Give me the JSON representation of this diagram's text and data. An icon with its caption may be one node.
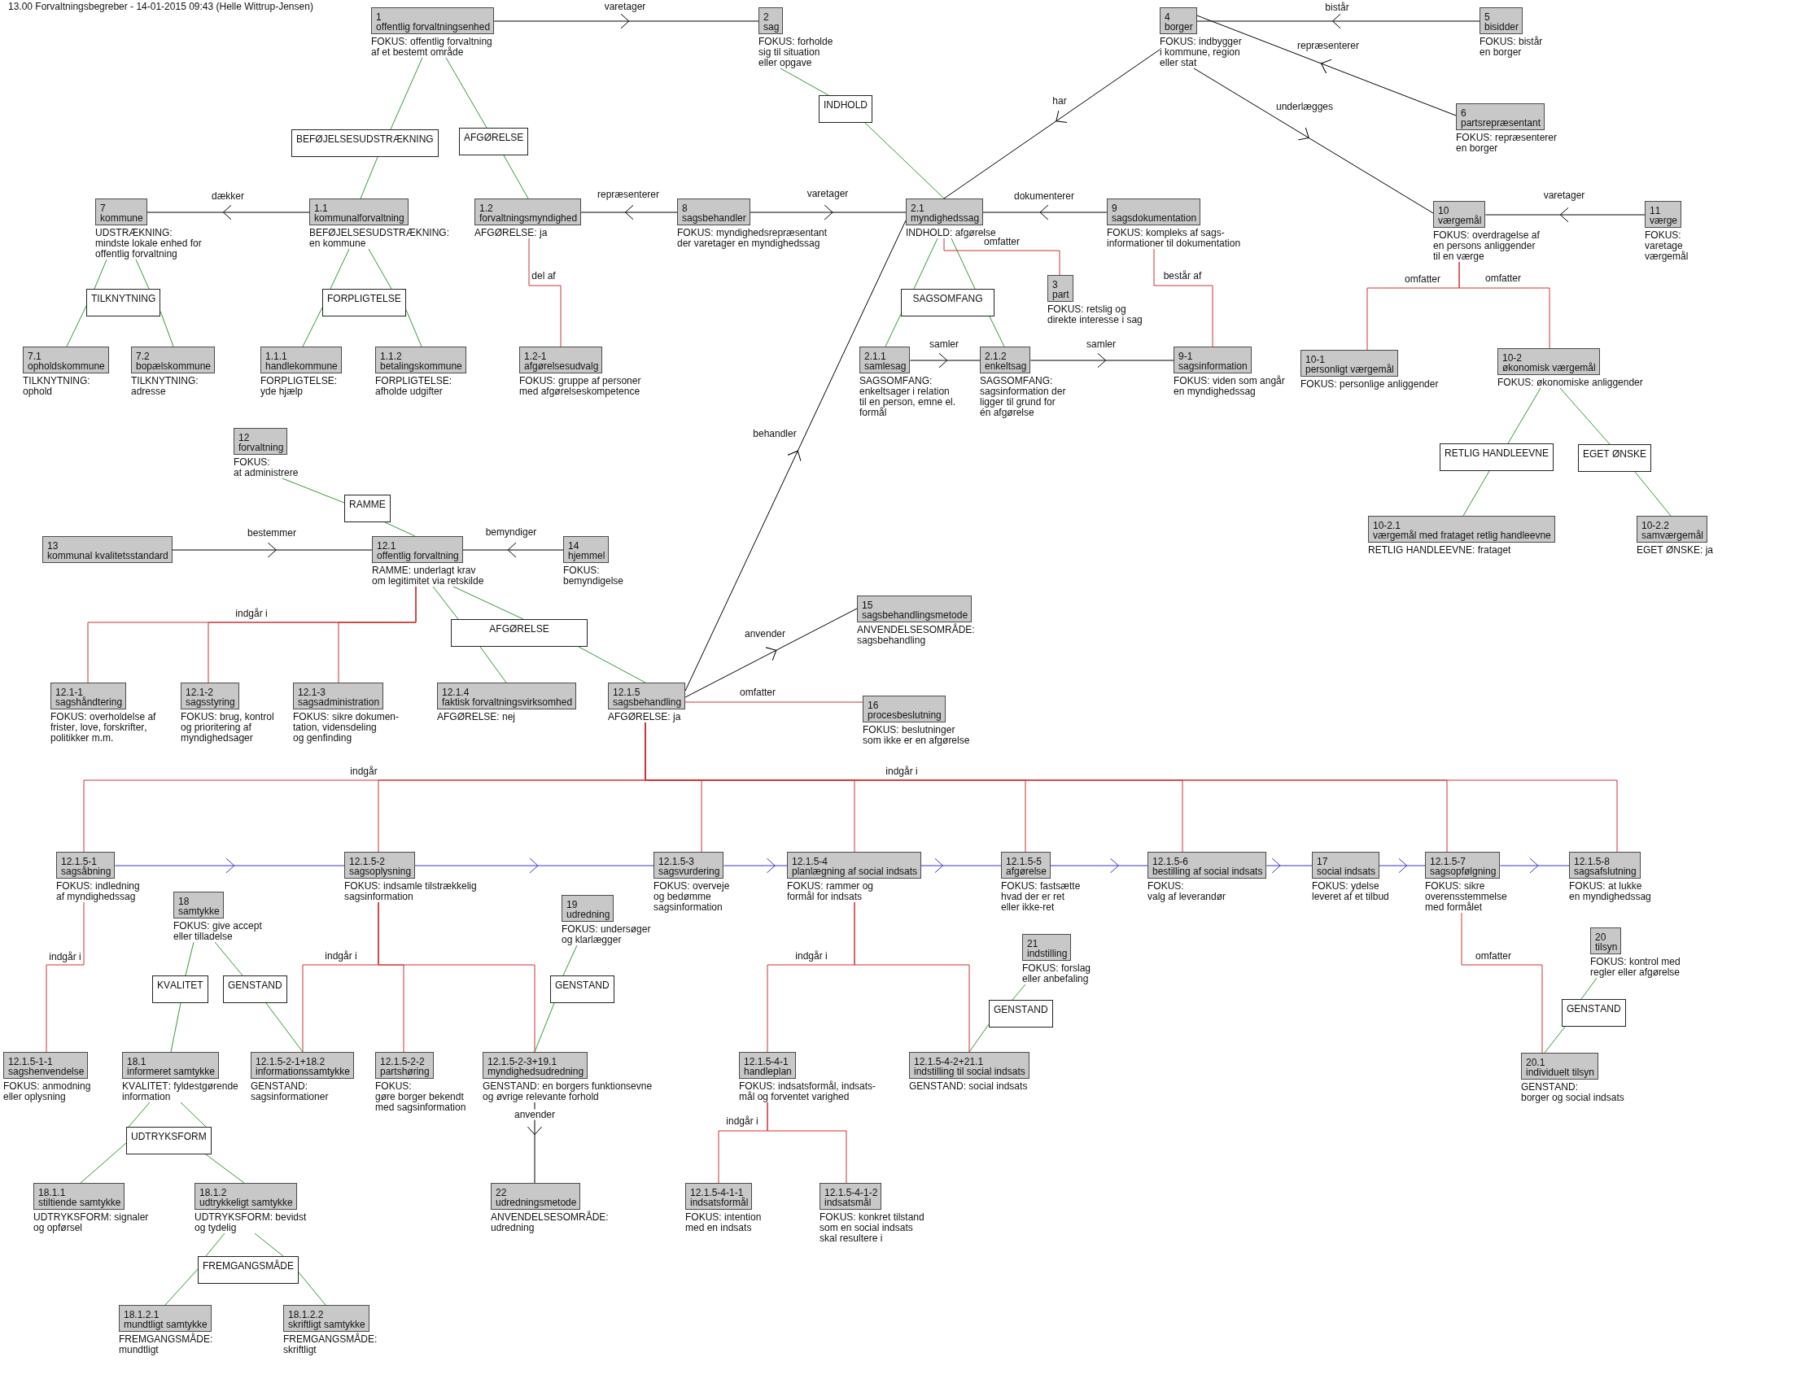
{
  "diagram": {
    "title": "13.00 Forvaltningsbegreber - 14-01-2015 09:43 (Helle Wittrup-Jensen)",
    "nodes": [
      {
        "text": [
          "1",
          "offentlig forvaltningsenhed"
        ],
        "beside": [
          "FOKUS: offentlig forvaltning af et bestemt område"
        ]
      },
      {
        "text": [
          "2",
          "sag"
        ],
        "beside": [
          "FOKUS: forholde sig til situation eller opgave"
        ]
      },
      {
        "text": [
          "4",
          "borger"
        ],
        "beside": [
          "FOKUS: indbygger i kommune, region eller stat"
        ]
      },
      {
        "text": [
          "5",
          "bisidder"
        ],
        "beside": [
          "FOKUS: bistår en borger"
        ]
      },
      {
        "text": [
          "INDHOLD"
        ]
      },
      {
        "text": [
          "6",
          "partsrepræsentant"
        ],
        "beside": [
          "FOKUS: repræsenterer en borger"
        ]
      },
      {
        "text": [
          "BEFØJELSESUDSTRÆKNING"
        ]
      },
      {
        "text": [
          "AFGØRELSE"
        ]
      },
      {
        "text": [
          "7",
          "kommune"
        ],
        "beside": [
          "UDSTRÆKNING: mindste lokale enhed for offentlig forvaltning"
        ]
      },
      {
        "text": [
          "1.1",
          "kommunalforvaltning"
        ],
        "beside": [
          "BEFØJELSESUDSTRÆKNING: en kommune"
        ]
      },
      {
        "text": [
          "1.2",
          "forvaltningsmyndighed"
        ],
        "beside": [
          "AFGØRELSE: ja"
        ]
      },
      {
        "text": [
          "8",
          "sagsbehandler"
        ],
        "beside": [
          "FOKUS: myndighedsrepræsentant der varetager en myndighedssag"
        ]
      },
      {
        "text": [
          "2.1",
          "myndighedssag"
        ],
        "beside": [
          "INDHOLD: afgørelse"
        ]
      },
      {
        "text": [
          "9",
          "sagsdokumentation"
        ],
        "beside": [
          "FOKUS: kompleks af sags- informationer til dokumentation"
        ]
      },
      {
        "text": [
          "3",
          "part"
        ],
        "beside": [
          "FOKUS: retslig og direkte interesse i sag"
        ]
      },
      {
        "text": [
          "10",
          "værgemål"
        ],
        "beside": [
          "FOKUS: overdragelse af en persons anliggender til en værge"
        ]
      },
      {
        "text": [
          "11",
          "værge"
        ],
        "beside": [
          "FOKUS: varetage værgemål"
        ]
      },
      {
        "text": [
          "TILKNYTNING"
        ]
      },
      {
        "text": [
          "FORPLIGTELSE"
        ]
      },
      {
        "text": [
          "SAGSOMFANG"
        ]
      },
      {
        "text": [
          "7.1",
          "opholdskommune"
        ],
        "beside": [
          "TILKNYTNING: ophold"
        ]
      },
      {
        "text": [
          "7.2",
          "bopælskommune"
        ],
        "beside": [
          "TILKNYTNING: adresse"
        ]
      },
      {
        "text": [
          "1.1.1",
          "handlekommune"
        ],
        "beside": [
          "FORPLIGTELSE: yde hjælp"
        ]
      },
      {
        "text": [
          "1.1.2",
          "betalingskommune"
        ],
        "beside": [
          "FORPLIGTELSE: afholde udgifter"
        ]
      },
      {
        "text": [
          "1.2-1",
          "afgørelsesudvalg"
        ],
        "beside": [
          "FOKUS: gruppe af personer med afgørelseskompetence"
        ]
      },
      {
        "text": [
          "2.1.1",
          "samlesag"
        ],
        "beside": [
          "SAGSOMFANG: enkeltsager i relation til en person, emne el. formål"
        ]
      },
      {
        "text": [
          "2.1.2",
          "enkeltsag"
        ],
        "beside": [
          "SAGSOMFANG: sagsinformation der ligger til grund for én afgørelse"
        ]
      },
      {
        "text": [
          "9-1",
          "sagsinformation"
        ],
        "beside": [
          "FOKUS: viden som angår en myndighedssag"
        ]
      },
      {
        "text": [
          "10-1",
          "personligt værgemål"
        ],
        "beside": [
          "FOKUS: personlige anliggender"
        ]
      },
      {
        "text": [
          "10-2",
          "økonomisk værgemål"
        ],
        "beside": [
          "FOKUS: økonomiske anliggender"
        ]
      },
      {
        "text": [
          "RETLIG HANDLEEVNE"
        ]
      },
      {
        "text": [
          "EGET ØNSKE"
        ]
      },
      {
        "text": [
          "12",
          "forvaltning"
        ],
        "beside": [
          "FOKUS: at administrere"
        ]
      },
      {
        "text": [
          "RAMME"
        ]
      },
      {
        "text": [
          "10-2.1",
          "værgemål med frataget retlig handleevne"
        ],
        "beside": [
          "RETLIG HANDLEEVNE: frataget"
        ]
      },
      {
        "text": [
          "10-2.2",
          "samværgemål"
        ],
        "beside": [
          "EGET ØNSKE: ja"
        ]
      },
      {
        "text": [
          "13",
          "kommunal kvalitetsstandard"
        ]
      },
      {
        "text": [
          "12.1",
          "offentlig forvaltning"
        ],
        "beside": [
          "RAMME: underlagt krav om legitimitet via retskilde"
        ]
      },
      {
        "text": [
          "14",
          "hjemmel"
        ],
        "beside": [
          "FOKUS: bemyndigelse"
        ]
      },
      {
        "text": [
          "15",
          "sagsbehandlingsmetode"
        ],
        "beside": [
          "ANVENDELSESOMRÅDE: sagsbehandling"
        ]
      },
      {
        "text": [
          "AFGØRELSE"
        ]
      },
      {
        "text": [
          "12.1-1",
          "sagshåndtering"
        ],
        "beside": [
          "FOKUS: overholdelse af frister, love, forskrifter, politikker m.m."
        ]
      },
      {
        "text": [
          "12.1-2",
          "sagsstyring"
        ],
        "beside": [
          "FOKUS: brug, kontrol og prioritering af myndighedsager"
        ]
      },
      {
        "text": [
          "12.1-3",
          "sagsadministration"
        ],
        "beside": [
          "FOKUS: sikre dokumen- tation, vidensdeling og genfinding"
        ]
      },
      {
        "text": [
          "12.1.4",
          "faktisk forvaltningsvirksomhed"
        ],
        "beside": [
          "AFGØRELSE: nej"
        ]
      },
      {
        "text": [
          "12.1.5",
          "sagsbehandling"
        ],
        "beside": [
          "AFGØRELSE: ja"
        ]
      },
      {
        "text": [
          "16",
          "procesbeslutning"
        ],
        "beside": [
          "FOKUS: beslutninger som ikke er en afgørelse"
        ]
      },
      {
        "text": [
          "12.1.5-1",
          "sagsåbning"
        ],
        "beside": [
          "FOKUS: indledning af myndighedssag"
        ]
      },
      {
        "text": [
          "12.1.5-2",
          "sagsoplysning"
        ],
        "beside": [
          "FOKUS: indsamle tilstrækkelig sagsinformation"
        ]
      },
      {
        "text": [
          "12.1.5-3",
          "sagsvurdering"
        ],
        "beside": [
          "FOKUS: overveje og bedømme sagsinformation"
        ]
      },
      {
        "text": [
          "12.1.5-4",
          "planlægning af social indsats"
        ],
        "beside": [
          "FOKUS: rammer og formål for indsats"
        ]
      },
      {
        "text": [
          "12.1.5-5",
          "afgørelse"
        ],
        "beside": [
          "FOKUS: fastsætte hvad der er ret eller ikke-ret"
        ]
      },
      {
        "text": [
          "12.1.5-6",
          "bestilling af social indsats"
        ],
        "beside": [
          "FOKUS: valg af leverandør"
        ]
      },
      {
        "text": [
          "17",
          "social indsats"
        ],
        "beside": [
          "FOKUS: ydelse leveret af et tilbud"
        ]
      },
      {
        "text": [
          "12.1.5-7",
          "sagsopfølgning"
        ],
        "beside": [
          "FOKUS: sikre overensstemmelse med formålet"
        ]
      },
      {
        "text": [
          "12.1.5-8",
          "sagsafslutning"
        ],
        "beside": [
          "FOKUS: at lukke en myndighedssag"
        ]
      },
      {
        "text": [
          "18",
          "samtykke"
        ],
        "beside": [
          "FOKUS: give accept eller tilladelse"
        ]
      },
      {
        "text": [
          "19",
          "udredning"
        ],
        "beside": [
          "FOKUS: undersøger og klarlægger"
        ]
      },
      {
        "text": [
          "21",
          "indstilling"
        ],
        "beside": [
          "FOKUS: forslag eller anbefaling"
        ]
      },
      {
        "text": [
          "20",
          "tilsyn"
        ],
        "beside": [
          "FOKUS: kontrol med regler eller afgørelse"
        ]
      },
      {
        "text": [
          "KVALITET"
        ]
      },
      {
        "text": [
          "GENSTAND"
        ]
      },
      {
        "text": [
          "GENSTAND"
        ]
      },
      {
        "text": [
          "GENSTAND"
        ]
      },
      {
        "text": [
          "GENSTAND"
        ]
      },
      {
        "text": [
          "12.1.5-1-1",
          "sagshenvendelse"
        ],
        "beside": [
          "FOKUS: anmodning eller oplysning"
        ]
      },
      {
        "text": [
          "18.1",
          "informeret samtykke"
        ],
        "beside": [
          "KVALITET: fyldestgørende information"
        ]
      },
      {
        "text": [
          "12.1.5-2-1+18.2",
          "informationssamtykke"
        ],
        "beside": [
          "GENSTAND: sagsinformationer"
        ]
      },
      {
        "text": [
          "12.1.5-2-2",
          "partshøring"
        ],
        "beside": [
          "FOKUS: gøre borger bekendt med sagsinformation"
        ]
      },
      {
        "text": [
          "12.1.5-2-3+19.1",
          "myndighedsudredning"
        ],
        "beside": [
          "GENSTAND: en borgers funktionsevne og øvrige relevante forhold"
        ]
      },
      {
        "text": [
          "12.1.5-4-1",
          "handleplan"
        ],
        "beside": [
          "FOKUS: indsatsformål, indsats- mål og forventet varighed"
        ]
      },
      {
        "text": [
          "12.1.5-4-2+21.1",
          "indstilling til social indsats"
        ],
        "beside": [
          "GENSTAND: social indsats"
        ]
      },
      {
        "text": [
          "20.1",
          "individuelt tilsyn"
        ],
        "beside": [
          "GENSTAND: borger og social indsats"
        ]
      },
      {
        "text": [
          "UDTRYKSFORM"
        ]
      },
      {
        "text": [
          "18.1.1",
          "stiltiende samtykke"
        ],
        "beside": [
          "UDTRYKSFORM: signaler og opførsel"
        ]
      },
      {
        "text": [
          "18.1.2",
          "udtrykkeligt samtykke"
        ],
        "beside": [
          "UDTRYKSFORM: bevidst og tydelig"
        ]
      },
      {
        "text": [
          "22",
          "udredningsmetode"
        ],
        "beside": [
          "ANVENDELSESOMRÅDE: udredning"
        ]
      },
      {
        "text": [
          "12.1.5-4-1-1",
          "indsatsformål"
        ],
        "beside": [
          "FOKUS: intention med en indsats"
        ]
      },
      {
        "text": [
          "12.1.5-4-1-2",
          "indsatsmål"
        ],
        "beside": [
          "FOKUS: konkret tilstand som en social indsats skal resultere i"
        ]
      },
      {
        "text": [
          "FREMGANGSMÅDE"
        ]
      },
      {
        "text": [
          "18.1.2.1",
          "mundtligt samtykke"
        ],
        "beside": [
          "FREMGANGSMÅDE: mundtligt"
        ]
      },
      {
        "text": [
          "18.1.2.2",
          "skriftligt samtykke"
        ],
        "beside": [
          "FREMGANGSMÅDE: skriftligt"
        ]
      }
    ],
    "edges": [
      {
        "from": 0,
        "to": 1,
        "arrow": "to",
        "label": "varetager",
        "color": "#000000"
      },
      {
        "from": 3,
        "to": 2,
        "arrow": "to",
        "label": "bistår",
        "color": "#000000"
      },
      {
        "from": 5,
        "to": 2,
        "arrow": "to",
        "label": "repræsenterer",
        "color": "#000000"
      },
      {
        "from": 2,
        "to": 15,
        "arrow": "to",
        "label": "underlægges",
        "color": "#000000"
      },
      {
        "from": 2,
        "to": 12,
        "arrow": "to",
        "label": "har",
        "color": "#000000"
      },
      {
        "from": 9,
        "to": 8,
        "arrow": "to",
        "label": "dækker",
        "color": "#000000"
      },
      {
        "from": 11,
        "to": 10,
        "arrow": "to",
        "label": "repræsenterer",
        "color": "#000000"
      },
      {
        "from": 11,
        "to": 12,
        "arrow": "to",
        "label": "varetager",
        "color": "#000000"
      },
      {
        "from": 13,
        "to": 12,
        "arrow": "to",
        "label": "dokumenterer",
        "color": "#000000"
      },
      {
        "from": 16,
        "to": 15,
        "arrow": "to",
        "label": "varetager",
        "color": "#000000"
      },
      {
        "from": 25,
        "to": 26,
        "arrow": "to",
        "label": "samler",
        "color": "#000000"
      },
      {
        "from": 26,
        "to": 27,
        "arrow": "to",
        "label": "samler",
        "color": "#000000"
      },
      {
        "from": 36,
        "to": 37,
        "arrow": "to",
        "label": "bestemmer",
        "color": "#000000"
      },
      {
        "from": 38,
        "to": 37,
        "arrow": "to",
        "label": "bemyndiger",
        "color": "#000000"
      },
      {
        "from": 45,
        "to": 12,
        "arrow": "to",
        "label": "behandler",
        "color": "#000000"
      },
      {
        "from": 45,
        "to": 39,
        "arrow": "to",
        "label": "anvender",
        "color": "#000000"
      },
      {
        "from": 69,
        "to": 76,
        "arrow": "to",
        "label": "anvender",
        "color": "#000000"
      },
      {
        "from": 0,
        "to": 6,
        "arrow": "none",
        "color": "#339933"
      },
      {
        "from": 6,
        "to": 9,
        "arrow": "none",
        "color": "#339933"
      },
      {
        "from": 0,
        "to": 7,
        "arrow": "none",
        "color": "#339933"
      },
      {
        "from": 7,
        "to": 10,
        "arrow": "none",
        "color": "#339933"
      },
      {
        "from": 1,
        "to": 4,
        "arrow": "none",
        "color": "#339933"
      },
      {
        "from": 4,
        "to": 12,
        "arrow": "none",
        "color": "#339933"
      },
      {
        "from": 8,
        "to": 17,
        "arrow": "none",
        "color": "#339933"
      },
      {
        "from": 17,
        "to": 20,
        "arrow": "none",
        "color": "#339933"
      },
      {
        "from": 8,
        "to": 17,
        "arrow": "none",
        "color": "#339933"
      },
      {
        "from": 17,
        "to": 21,
        "arrow": "none",
        "color": "#339933"
      },
      {
        "from": 9,
        "to": 18,
        "arrow": "none",
        "color": "#339933"
      },
      {
        "from": 18,
        "to": 22,
        "arrow": "none",
        "color": "#339933"
      },
      {
        "from": 9,
        "to": 18,
        "arrow": "none",
        "color": "#339933"
      },
      {
        "from": 18,
        "to": 23,
        "arrow": "none",
        "color": "#339933"
      },
      {
        "from": 12,
        "to": 19,
        "arrow": "none",
        "color": "#339933"
      },
      {
        "from": 19,
        "to": 25,
        "arrow": "none",
        "color": "#339933"
      },
      {
        "from": 12,
        "to": 19,
        "arrow": "none",
        "color": "#339933"
      },
      {
        "from": 19,
        "to": 26,
        "arrow": "none",
        "color": "#339933"
      },
      {
        "from": 29,
        "to": 30,
        "arrow": "none",
        "color": "#339933"
      },
      {
        "from": 30,
        "to": 34,
        "arrow": "none",
        "color": "#339933"
      },
      {
        "from": 29,
        "to": 31,
        "arrow": "none",
        "color": "#339933"
      },
      {
        "from": 31,
        "to": 35,
        "arrow": "none",
        "color": "#339933"
      },
      {
        "from": 32,
        "to": 33,
        "arrow": "none",
        "color": "#339933"
      },
      {
        "from": 33,
        "to": 37,
        "arrow": "none",
        "color": "#339933"
      },
      {
        "from": 37,
        "to": 40,
        "arrow": "none",
        "color": "#339933"
      },
      {
        "from": 40,
        "to": 44,
        "arrow": "none",
        "color": "#339933"
      },
      {
        "from": 37,
        "to": 40,
        "arrow": "none",
        "color": "#339933"
      },
      {
        "from": 40,
        "to": 45,
        "arrow": "none",
        "color": "#339933"
      },
      {
        "from": 56,
        "to": 60,
        "arrow": "none",
        "color": "#339933"
      },
      {
        "from": 60,
        "to": 66,
        "arrow": "none",
        "color": "#339933"
      },
      {
        "from": 56,
        "to": 61,
        "arrow": "none",
        "color": "#339933"
      },
      {
        "from": 61,
        "to": 67,
        "arrow": "none",
        "color": "#339933"
      },
      {
        "from": 66,
        "to": 73,
        "arrow": "none",
        "color": "#339933"
      },
      {
        "from": 73,
        "to": 74,
        "arrow": "none",
        "color": "#339933"
      },
      {
        "from": 66,
        "to": 73,
        "arrow": "none",
        "color": "#339933"
      },
      {
        "from": 73,
        "to": 75,
        "arrow": "none",
        "color": "#339933"
      },
      {
        "from": 75,
        "to": 79,
        "arrow": "none",
        "color": "#339933"
      },
      {
        "from": 79,
        "to": 80,
        "arrow": "none",
        "color": "#339933"
      },
      {
        "from": 75,
        "to": 79,
        "arrow": "none",
        "color": "#339933"
      },
      {
        "from": 79,
        "to": 81,
        "arrow": "none",
        "color": "#339933"
      },
      {
        "from": 57,
        "to": 62,
        "arrow": "none",
        "color": "#339933"
      },
      {
        "from": 62,
        "to": 69,
        "arrow": "none",
        "color": "#339933"
      },
      {
        "from": 58,
        "to": 63,
        "arrow": "none",
        "color": "#339933"
      },
      {
        "from": 63,
        "to": 71,
        "arrow": "none",
        "color": "#339933"
      },
      {
        "from": 59,
        "to": 64,
        "arrow": "none",
        "color": "#339933"
      },
      {
        "from": 64,
        "to": 72,
        "arrow": "none",
        "color": "#339933"
      },
      {
        "from": 10,
        "to": 24,
        "arrow": "none",
        "color": "#cc3333",
        "label": "del af"
      },
      {
        "from": 12,
        "to": 14,
        "arrow": "none",
        "color": "#cc3333",
        "label": "omfatter"
      },
      {
        "from": 13,
        "to": 27,
        "arrow": "none",
        "color": "#cc3333",
        "label": "består af"
      },
      {
        "from": 15,
        "to": 28,
        "arrow": "none",
        "color": "#cc3333",
        "label": "omfatter"
      },
      {
        "from": 15,
        "to": 29,
        "arrow": "none",
        "color": "#cc3333",
        "label": "omfatter"
      },
      {
        "from": 37,
        "to": 41,
        "arrow": "none",
        "color": "#cc3333",
        "label": "indgår i"
      },
      {
        "from": 37,
        "to": 42,
        "arrow": "none",
        "color": "#cc3333"
      },
      {
        "from": 37,
        "to": 43,
        "arrow": "none",
        "color": "#cc3333"
      },
      {
        "from": 45,
        "to": 46,
        "arrow": "none",
        "color": "#cc3333",
        "label": "omfatter"
      },
      {
        "from": 45,
        "to": 47,
        "arrow": "none",
        "color": "#cc3333",
        "label": "indgår"
      },
      {
        "from": 45,
        "to": 48,
        "arrow": "none",
        "color": "#cc3333"
      },
      {
        "from": 45,
        "to": 49,
        "arrow": "none",
        "color": "#cc3333"
      },
      {
        "from": 45,
        "to": 50,
        "arrow": "none",
        "color": "#cc3333"
      },
      {
        "from": 45,
        "to": 51,
        "arrow": "none",
        "color": "#cc3333",
        "label": "indgår i"
      },
      {
        "from": 45,
        "to": 52,
        "arrow": "none",
        "color": "#cc3333"
      },
      {
        "from": 45,
        "to": 54,
        "arrow": "none",
        "color": "#cc3333"
      },
      {
        "from": 45,
        "to": 55,
        "arrow": "none",
        "color": "#cc3333"
      },
      {
        "from": 47,
        "to": 65,
        "arrow": "none",
        "color": "#cc3333",
        "label": "indgår i"
      },
      {
        "from": 48,
        "to": 67,
        "arrow": "none",
        "color": "#cc3333",
        "label": "indgår i"
      },
      {
        "from": 48,
        "to": 68,
        "arrow": "none",
        "color": "#cc3333"
      },
      {
        "from": 48,
        "to": 69,
        "arrow": "none",
        "color": "#cc3333"
      },
      {
        "from": 50,
        "to": 70,
        "arrow": "none",
        "color": "#cc3333",
        "label": "indgår i"
      },
      {
        "from": 50,
        "to": 71,
        "arrow": "none",
        "color": "#cc3333"
      },
      {
        "from": 70,
        "to": 77,
        "arrow": "none",
        "color": "#cc3333",
        "label": "indgår i"
      },
      {
        "from": 70,
        "to": 78,
        "arrow": "none",
        "color": "#cc3333"
      },
      {
        "from": 54,
        "to": 72,
        "arrow": "none",
        "color": "#cc3333",
        "label": "omfatter"
      },
      {
        "from": 47,
        "to": 48,
        "arrow": "to",
        "color": "#3333cc"
      },
      {
        "from": 48,
        "to": 49,
        "arrow": "to",
        "color": "#3333cc"
      },
      {
        "from": 49,
        "to": 50,
        "arrow": "to",
        "color": "#3333cc"
      },
      {
        "from": 50,
        "to": 51,
        "arrow": "to",
        "color": "#3333cc"
      },
      {
        "from": 51,
        "to": 52,
        "arrow": "to",
        "color": "#3333cc"
      },
      {
        "from": 52,
        "to": 53,
        "arrow": "to",
        "color": "#3333cc"
      },
      {
        "from": 53,
        "to": 54,
        "arrow": "to",
        "color": "#3333cc"
      },
      {
        "from": 54,
        "to": 55,
        "arrow": "to",
        "color": "#3333cc"
      }
    ]
  }
}
